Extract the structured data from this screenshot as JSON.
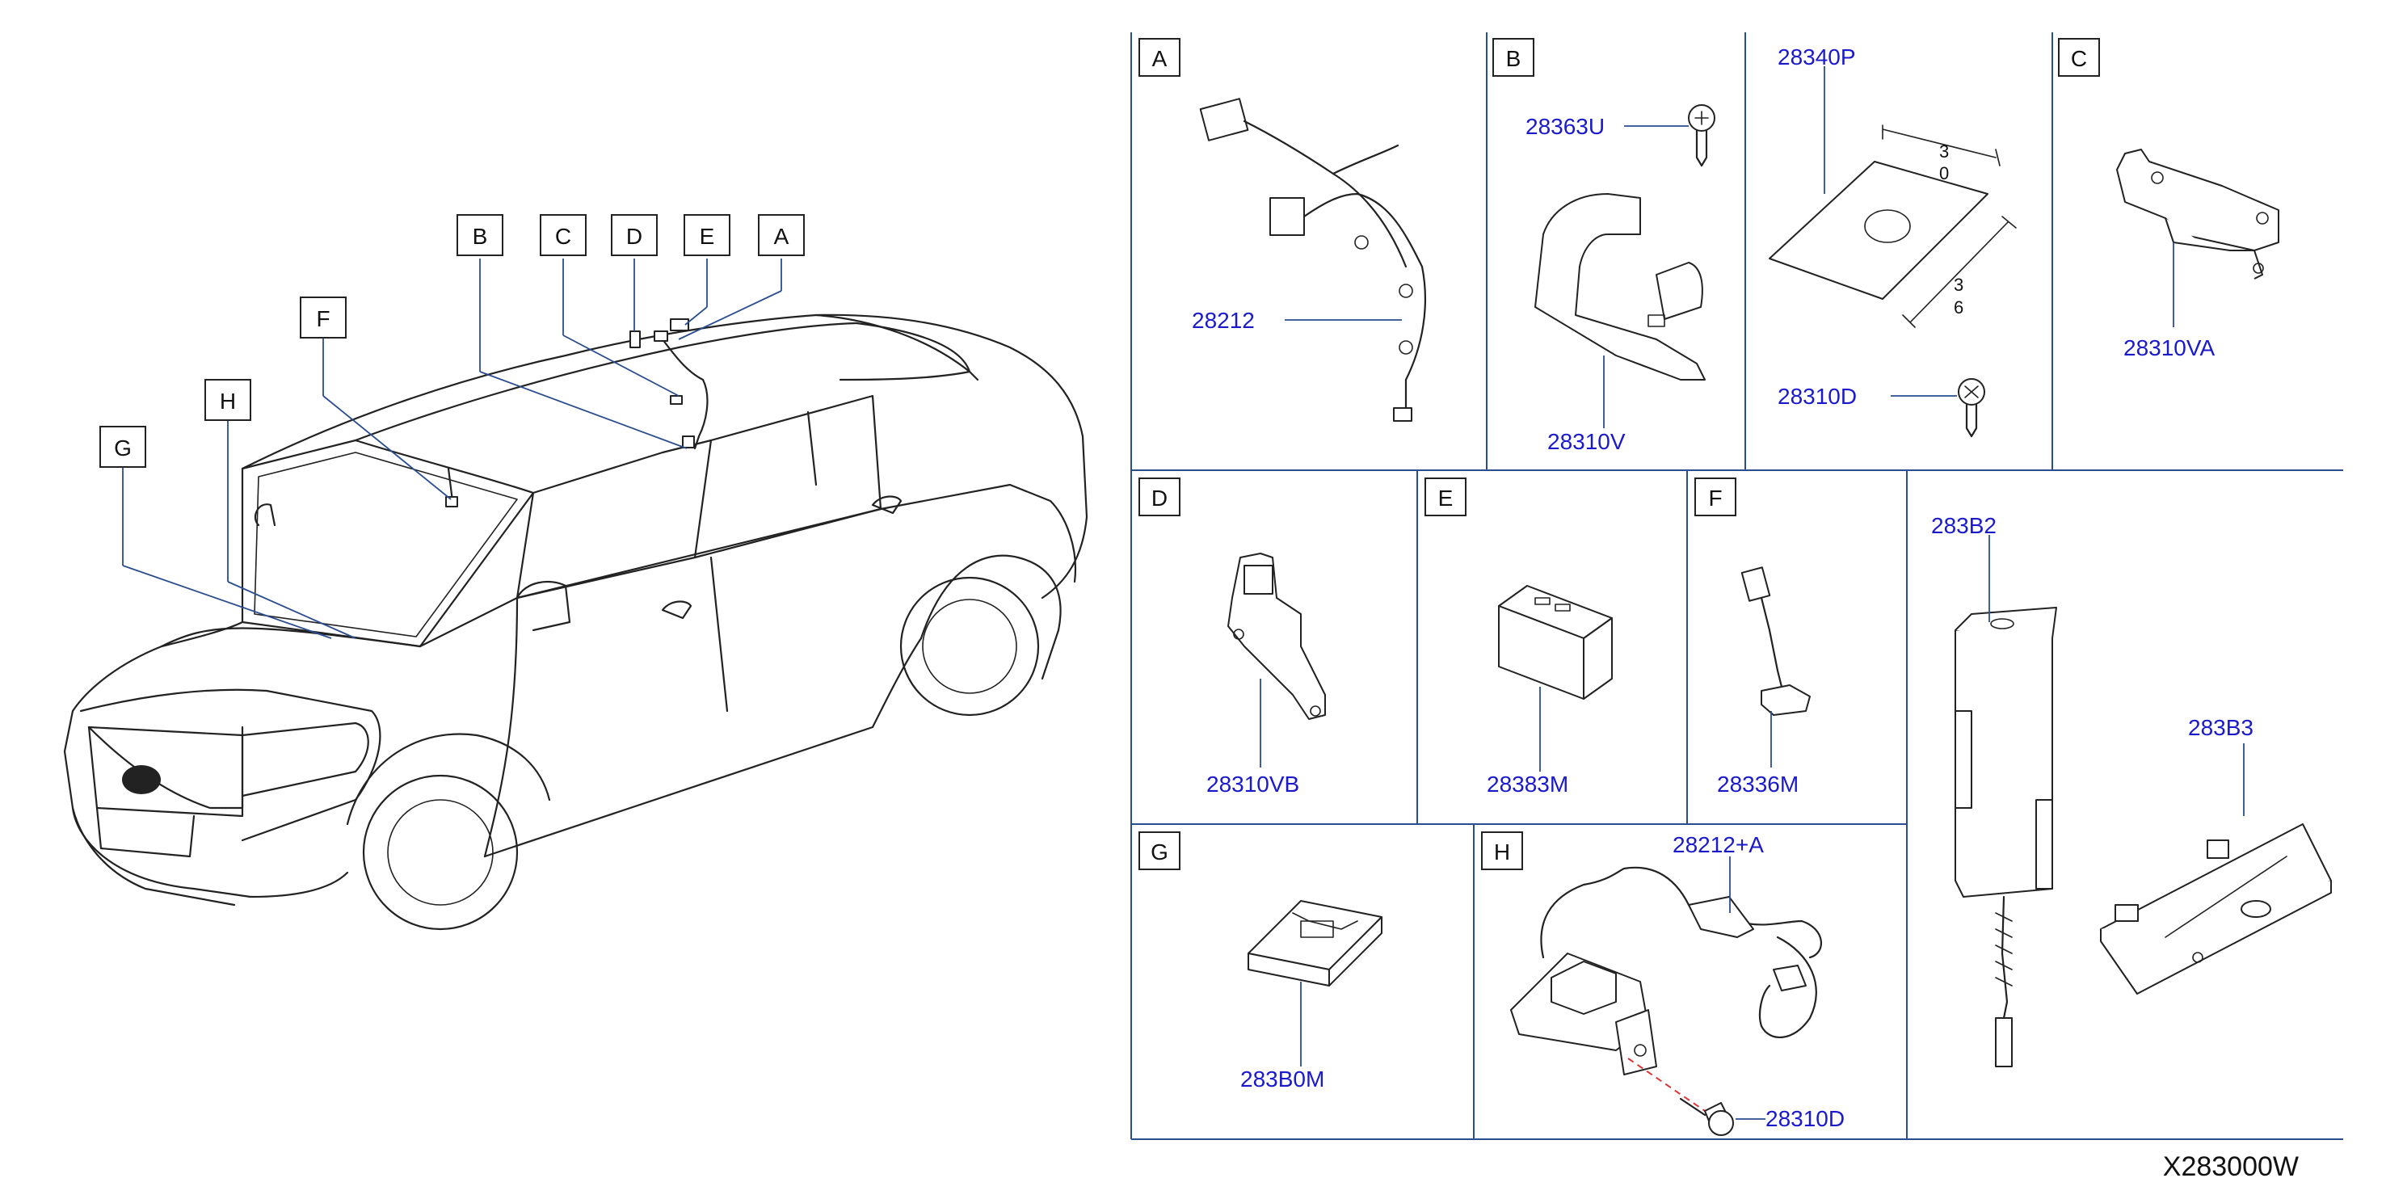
{
  "callouts": {
    "car": [
      "B",
      "C",
      "D",
      "E",
      "A",
      "F",
      "H",
      "G"
    ],
    "panels": [
      "A",
      "B",
      "C",
      "D",
      "E",
      "F",
      "G",
      "H"
    ]
  },
  "parts": {
    "p28212": "28212",
    "p28363U": "28363U",
    "p28310V": "28310V",
    "p28340P": "28340P",
    "p28310D_b": "28310D",
    "p28310VA": "28310VA",
    "p28310VB": "28310VB",
    "p28383M": "28383M",
    "p28336M": "28336M",
    "p283B2": "283B2",
    "p283B3": "283B3",
    "p283B0M": "283B0M",
    "p28212A": "28212+A",
    "p28310D_h": "28310D"
  },
  "dimensions": {
    "w1": "3",
    "w2": "0",
    "h1": "3",
    "h2": "6"
  },
  "diagram_code": "X283000W"
}
